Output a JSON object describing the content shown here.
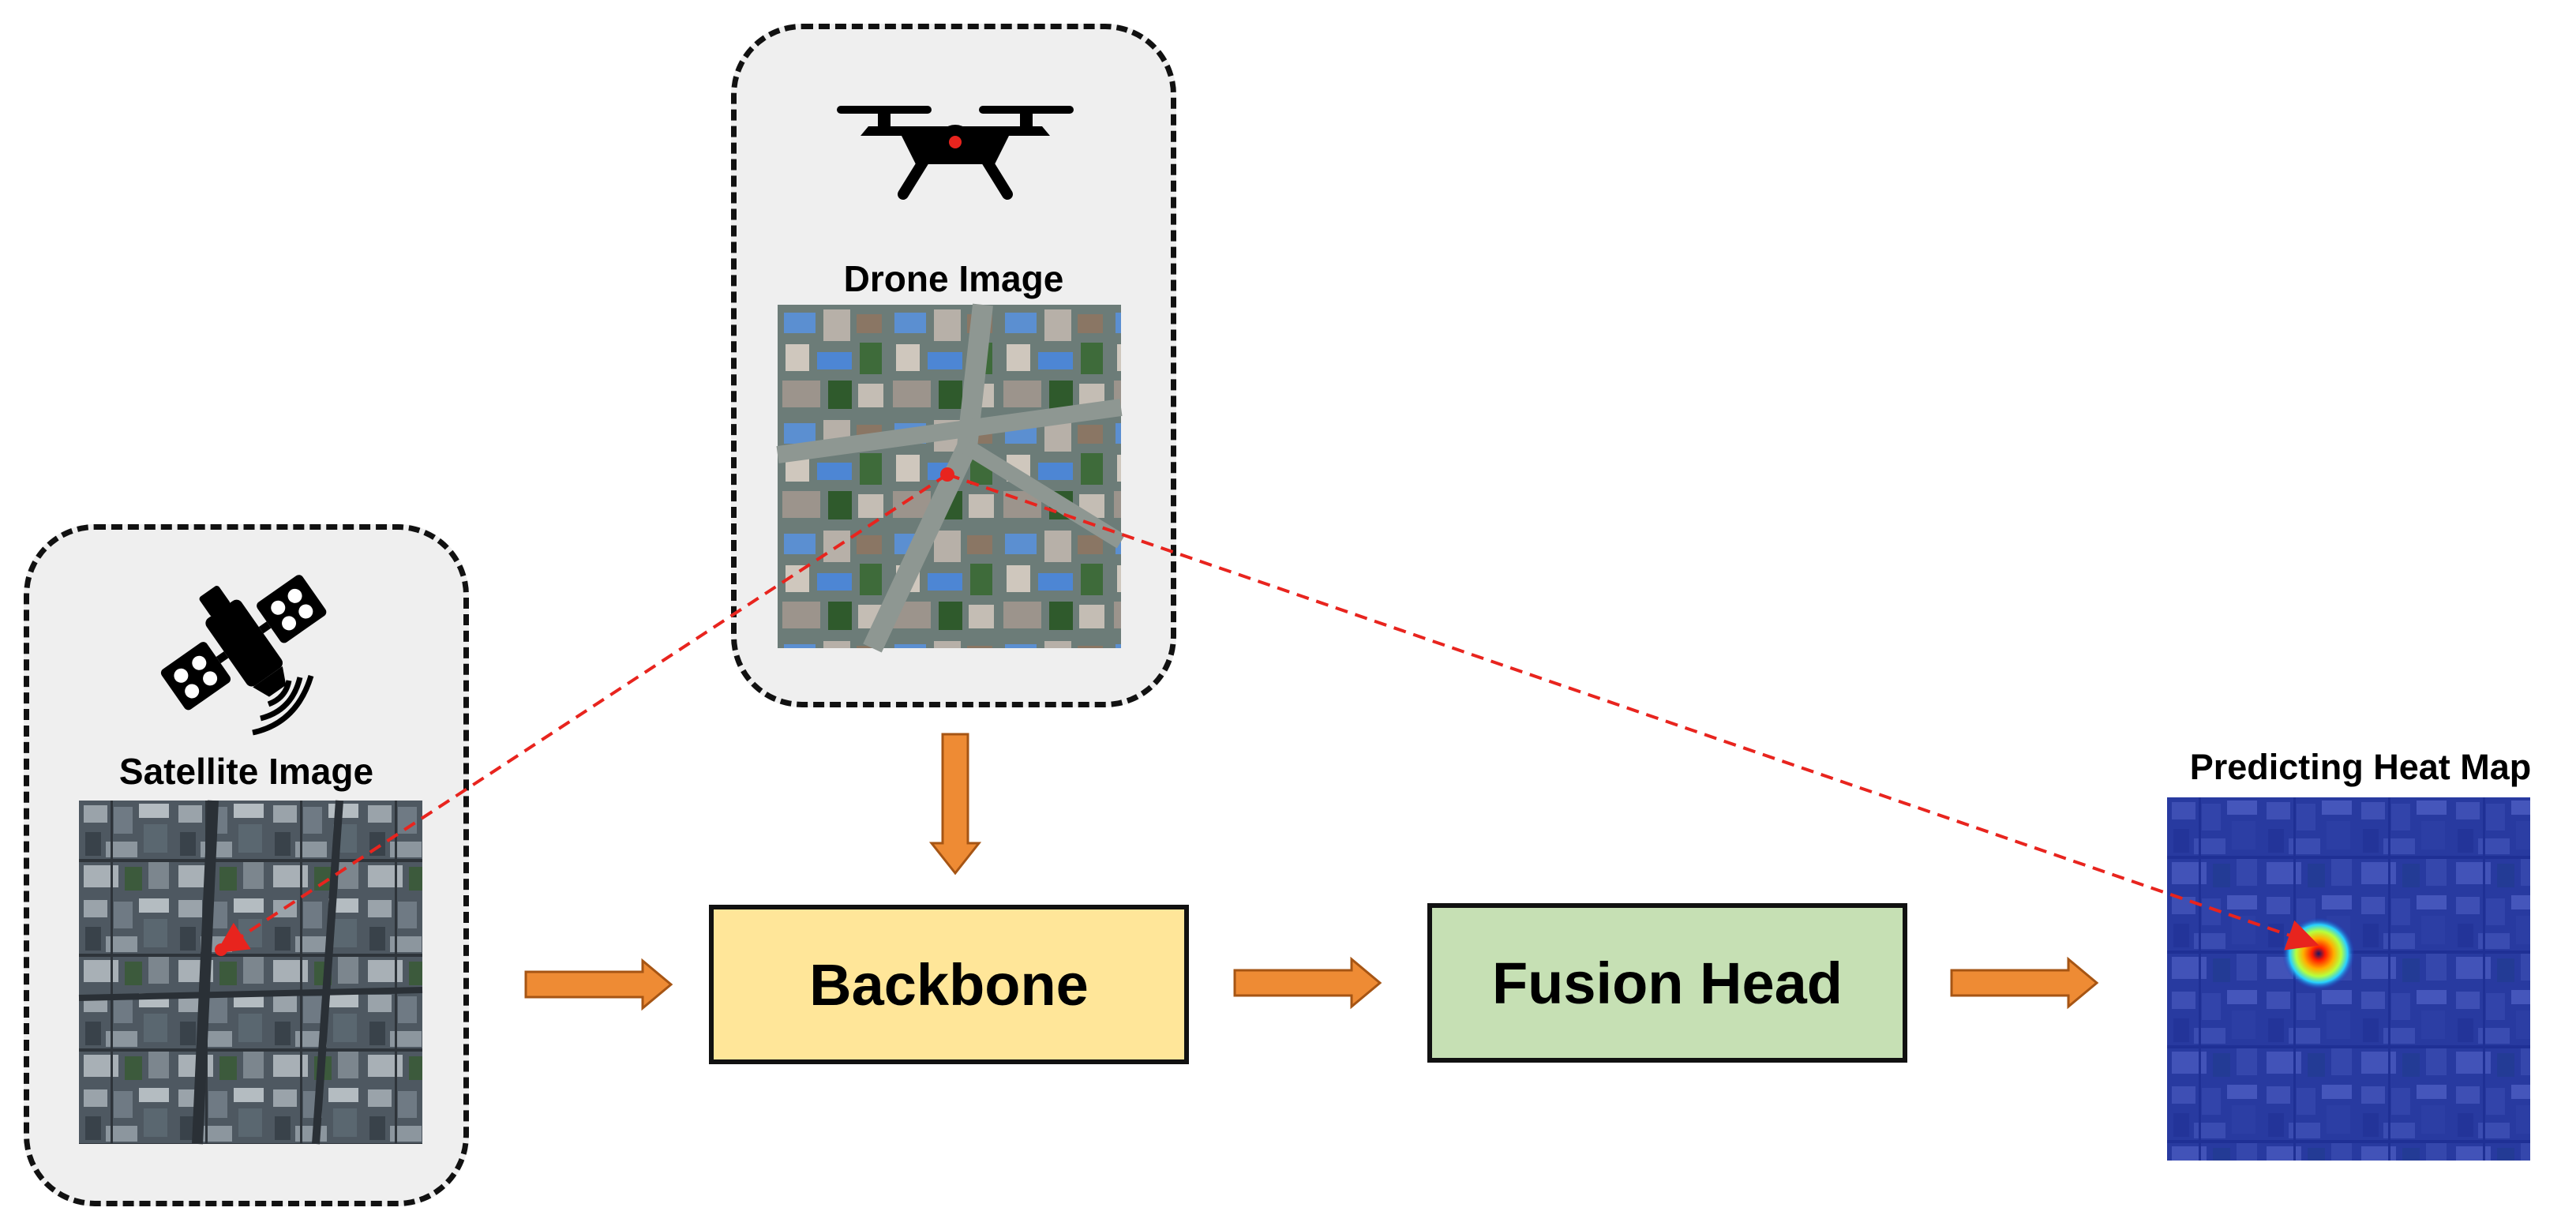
{
  "inputs": {
    "satellite": {
      "label": "Satellite Image",
      "icon": "satellite-icon"
    },
    "drone": {
      "label": "Drone Image",
      "icon": "drone-icon"
    }
  },
  "modules": {
    "backbone": {
      "label": "Backbone",
      "color": "#ffe699"
    },
    "fusion_head": {
      "label": "Fusion Head",
      "color": "#c6e0b4"
    }
  },
  "output": {
    "label": "Predicting Heat Map"
  },
  "colors": {
    "arrow_fill": "#ee8b34",
    "arrow_stroke": "#a65514",
    "correspondence_line": "#e8241e",
    "heatmap_tint": "#1a2fb8"
  }
}
